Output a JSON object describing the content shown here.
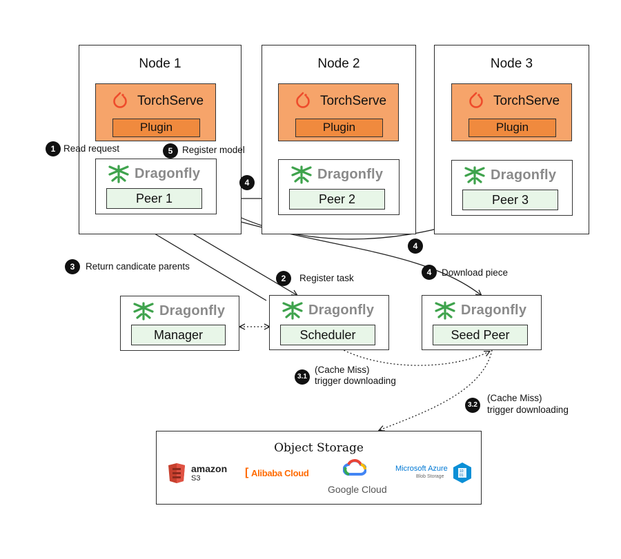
{
  "nodes": [
    {
      "title": "Node 1",
      "torchserve": "TorchServe",
      "plugin": "Plugin",
      "dragonfly": "Dragonfly",
      "peer": "Peer 1"
    },
    {
      "title": "Node 2",
      "torchserve": "TorchServe",
      "plugin": "Plugin",
      "dragonfly": "Dragonfly",
      "peer": "Peer 2"
    },
    {
      "title": "Node 3",
      "torchserve": "TorchServe",
      "plugin": "Plugin",
      "dragonfly": "Dragonfly",
      "peer": "Peer 3"
    }
  ],
  "services": {
    "manager": {
      "brand": "Dragonfly",
      "label": "Manager"
    },
    "scheduler": {
      "brand": "Dragonfly",
      "label": "Scheduler"
    },
    "seed_peer": {
      "brand": "Dragonfly",
      "label": "Seed Peer"
    }
  },
  "steps": {
    "read_request": {
      "badge": "1",
      "label": "Read request"
    },
    "register_model": {
      "badge": "5",
      "label": "Register model"
    },
    "register_task": {
      "badge": "2",
      "label": "Register task"
    },
    "return_parents": {
      "badge": "3",
      "label": "Return candicate parents"
    },
    "download_peer2": {
      "badge": "4"
    },
    "download_peer3": {
      "badge": "4"
    },
    "download_piece": {
      "badge": "4",
      "label": "Download piece"
    },
    "cache_miss_1": {
      "badge": "3.1",
      "line1": "(Cache Miss)",
      "line2": "trigger downloading"
    },
    "cache_miss_2": {
      "badge": "3.2",
      "line1": "(Cache Miss)",
      "line2": "trigger downloading"
    }
  },
  "object_storage": {
    "title": "Object Storage",
    "providers": {
      "amazon": {
        "name": "amazon",
        "sub": "S3"
      },
      "alibaba": {
        "name": "Alibaba Cloud"
      },
      "google": {
        "name": "Google Cloud"
      },
      "azure": {
        "name": "Microsoft Azure",
        "sub": "Blob Storage"
      }
    }
  },
  "colors": {
    "torchserve_bg": "#f6a46a",
    "plugin_bg": "#f08a3e",
    "peer_bg": "#e8f6e8",
    "dragonfly_green": "#3fa34d",
    "pytorch_orange": "#ee4c2c"
  }
}
